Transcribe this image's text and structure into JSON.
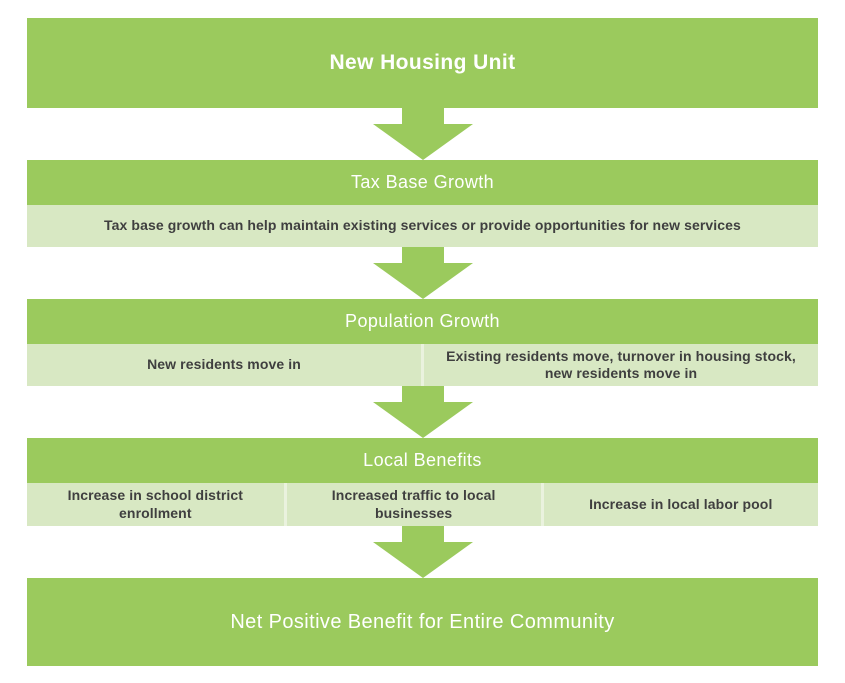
{
  "palette": {
    "green": "#9bca5d",
    "light_green": "#d8e8c3",
    "divider": "#eaf2de",
    "text_dark": "#3f3f3f",
    "text_white": "#ffffff"
  },
  "icons": {
    "flow_arrow": "down-arrow"
  },
  "diagram": {
    "top_box": {
      "label": "New Housing Unit"
    },
    "sections": [
      {
        "title": "Tax Base Growth",
        "cells": [
          "Tax base growth can help maintain existing services or provide opportunities for new services"
        ]
      },
      {
        "title": "Population Growth",
        "cells": [
          "New residents move in",
          "Existing residents move, turnover in housing stock, new residents move in"
        ]
      },
      {
        "title": "Local Benefits",
        "cells": [
          "Increase in school district enrollment",
          "Increased traffic to local businesses",
          "Increase in local labor pool"
        ]
      }
    ],
    "bottom_box": {
      "label": "Net Positive Benefit for Entire Community"
    }
  }
}
